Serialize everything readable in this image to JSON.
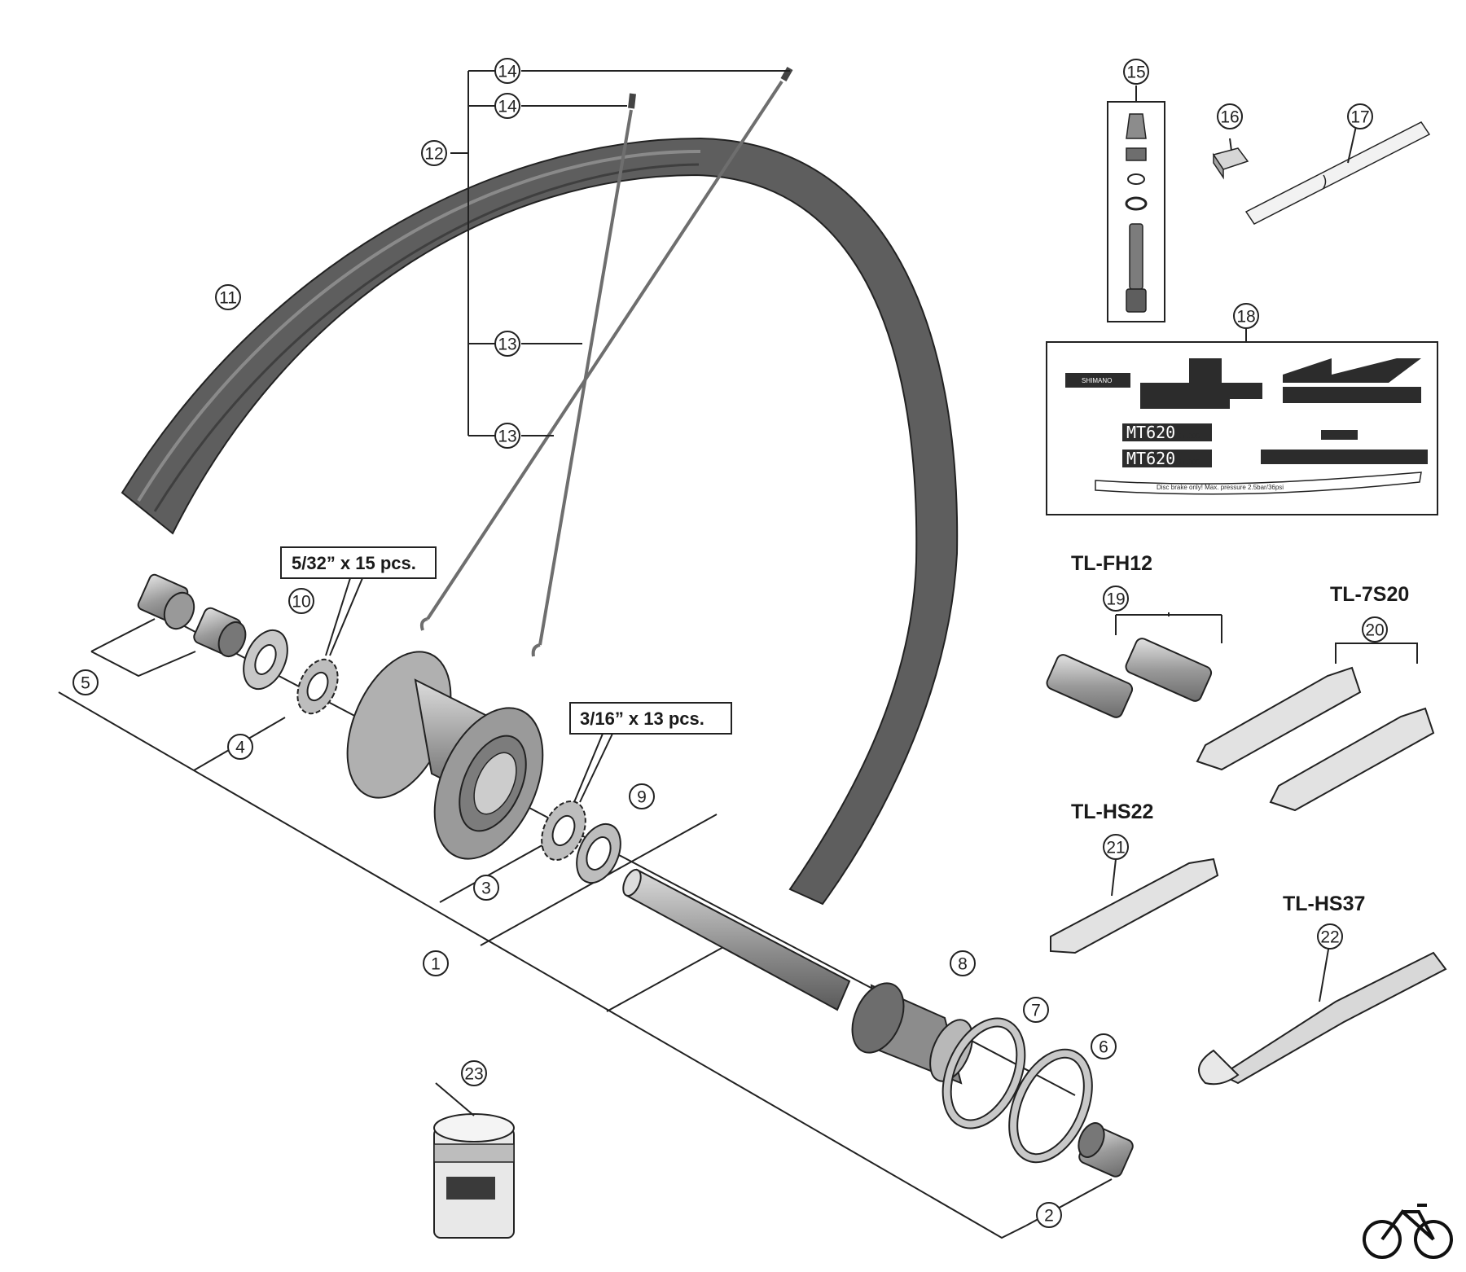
{
  "callouts": [
    "1",
    "2",
    "3",
    "4",
    "5",
    "6",
    "7",
    "8",
    "9",
    "10",
    "11",
    "12",
    "13",
    "13",
    "14",
    "14",
    "15",
    "16",
    "17",
    "18",
    "19",
    "20",
    "21",
    "22",
    "23"
  ],
  "ball_notes": {
    "left": "5/32” x 15 pcs.",
    "right": "3/16” x 13 pcs."
  },
  "tools": {
    "fh12": "TL-FH12",
    "s20": "TL-7S20",
    "hs22": "TL-HS22",
    "hs37": "TL-HS37"
  },
  "decal": {
    "model_1": "MT620",
    "model_2": "MT620",
    "size_1": "29in.30C",
    "size_2": "29in.30C",
    "brand": "SHIMANO",
    "warning": "Disc brake only!  Max. pressure 2.5bar/36psi"
  },
  "colors": {
    "rim": "#5e5e5e",
    "rim_dark": "#3f3f3f",
    "line": "#222222",
    "part_light": "#c8c8c8",
    "part_mid": "#8c8c8c"
  },
  "icons": [
    "bicycle-icon"
  ]
}
